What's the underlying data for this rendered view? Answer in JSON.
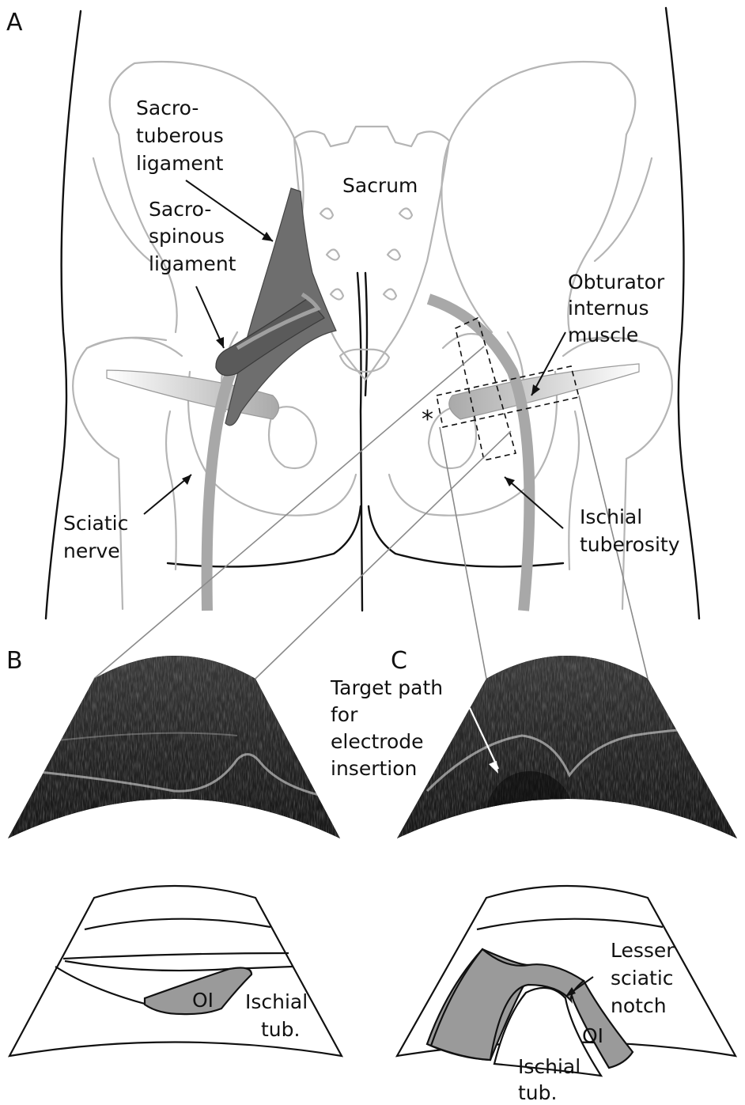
{
  "panels": {
    "a": "A",
    "b": "B",
    "c": "C"
  },
  "labels": {
    "sacrotuberous": [
      "Sacro-",
      "tuberous",
      "ligament"
    ],
    "sacrospinous": [
      "Sacro-",
      "spinous",
      "ligament"
    ],
    "sacrum": "Sacrum",
    "obturator": [
      "Obturator",
      "internus",
      "muscle"
    ],
    "sciatic": [
      "Sciatic",
      "nerve"
    ],
    "ischial_tuberosity": [
      "Ischial",
      "tuberosity"
    ],
    "asterisk": "*",
    "target_path": [
      "Target path",
      "for",
      "electrode",
      "insertion"
    ]
  },
  "schematic_b": {
    "oi": "OI",
    "ischial": [
      "Ischial",
      "tub."
    ]
  },
  "schematic_c": {
    "lesser": [
      "Lesser",
      "sciatic",
      "notch"
    ],
    "oi": "OI",
    "ischial": [
      "Ischial",
      "tub."
    ]
  },
  "colors": {
    "bone_outline": "#b5b5b5",
    "ligament_dark": "#6e6e6e",
    "nerve": "#a8a8a8",
    "muscle": "#bdbdbd",
    "schematic_fill": "#9a9a9a",
    "ultrasound_bg": "#1c1c1c"
  }
}
